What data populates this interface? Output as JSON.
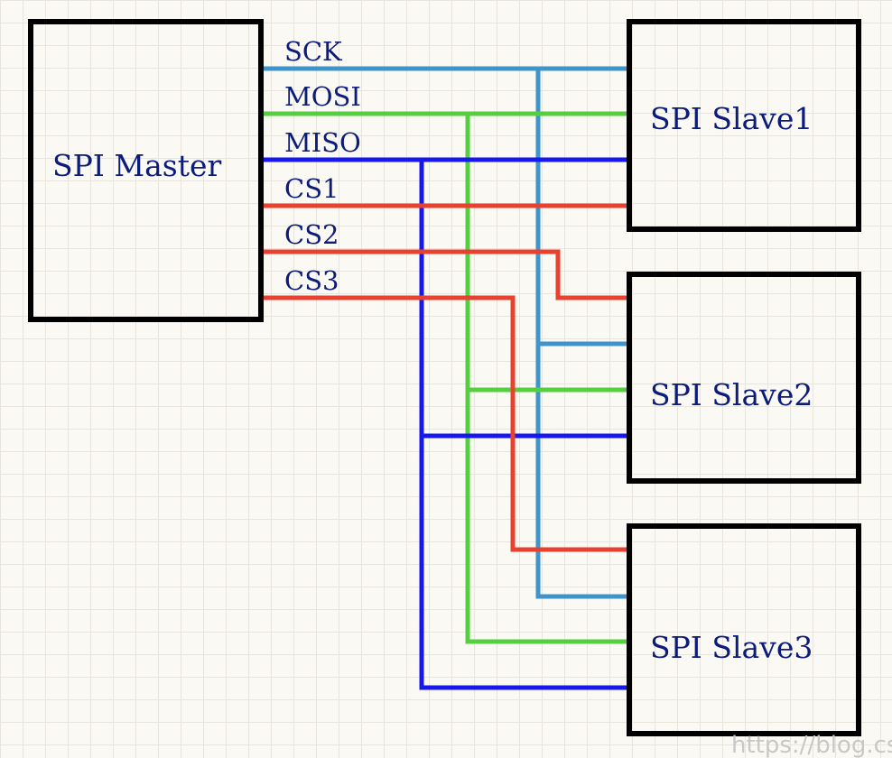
{
  "blocks": {
    "master": "SPI Master",
    "slave1": "SPI Slave1",
    "slave2": "SPI Slave2",
    "slave3": "SPI Slave3"
  },
  "signals": {
    "sck": "SCK",
    "mosi": "MOSI",
    "miso": "MISO",
    "cs1": "CS1",
    "cs2": "CS2",
    "cs3": "CS3"
  },
  "colors": {
    "sck": "#3f95c9",
    "mosi": "#55cf3f",
    "miso": "#1717f0",
    "cs": "#e8412f",
    "box": "#000000",
    "text": "#0c1c7a"
  },
  "watermark": "https://blog.cs"
}
